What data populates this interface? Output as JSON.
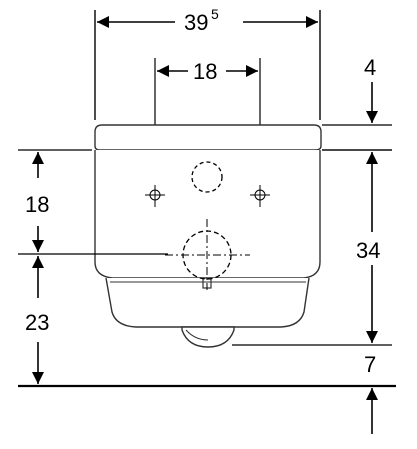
{
  "dimensions": {
    "width_main": "39",
    "width_main_sup": "5",
    "hole_spacing": "18",
    "lid_offset": "4",
    "left_upper": "18",
    "left_lower": "23",
    "right_height": "34",
    "right_bottom": "7"
  },
  "colors": {
    "line": "#000000",
    "background": "#ffffff",
    "rim_stroke": "#333333"
  }
}
